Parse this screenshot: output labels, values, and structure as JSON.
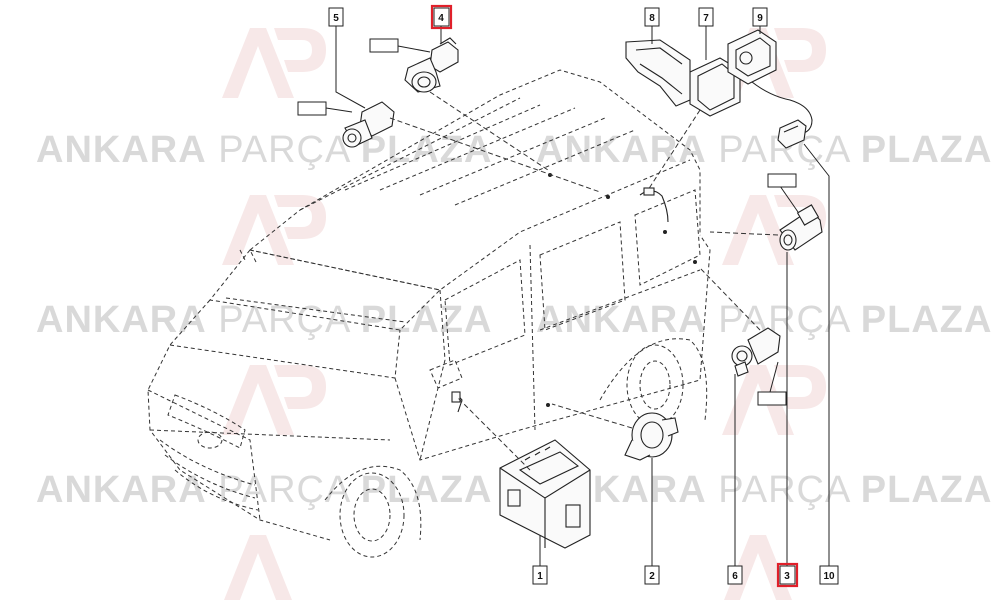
{
  "watermark": {
    "brand_left": "ANKARA",
    "brand_mid": "PARÇA",
    "brand_right": "PLAZA",
    "logo_mark": "AP-logo",
    "color": "#d9d9d9"
  },
  "callouts": [
    {
      "id": "c1",
      "label": "1",
      "highlight": false
    },
    {
      "id": "c2",
      "label": "2",
      "highlight": false
    },
    {
      "id": "c3",
      "label": "3",
      "highlight": true
    },
    {
      "id": "c4",
      "label": "4",
      "highlight": true
    },
    {
      "id": "c5",
      "label": "5",
      "highlight": false
    },
    {
      "id": "c6",
      "label": "6",
      "highlight": false
    },
    {
      "id": "c7",
      "label": "7",
      "highlight": false
    },
    {
      "id": "c8",
      "label": "8",
      "highlight": false
    },
    {
      "id": "c9",
      "label": "9",
      "highlight": false
    },
    {
      "id": "c10",
      "label": "10",
      "highlight": false
    }
  ],
  "colors": {
    "highlight": "#e0202a",
    "line": "#222222",
    "callout_fill": "#ffffff"
  }
}
